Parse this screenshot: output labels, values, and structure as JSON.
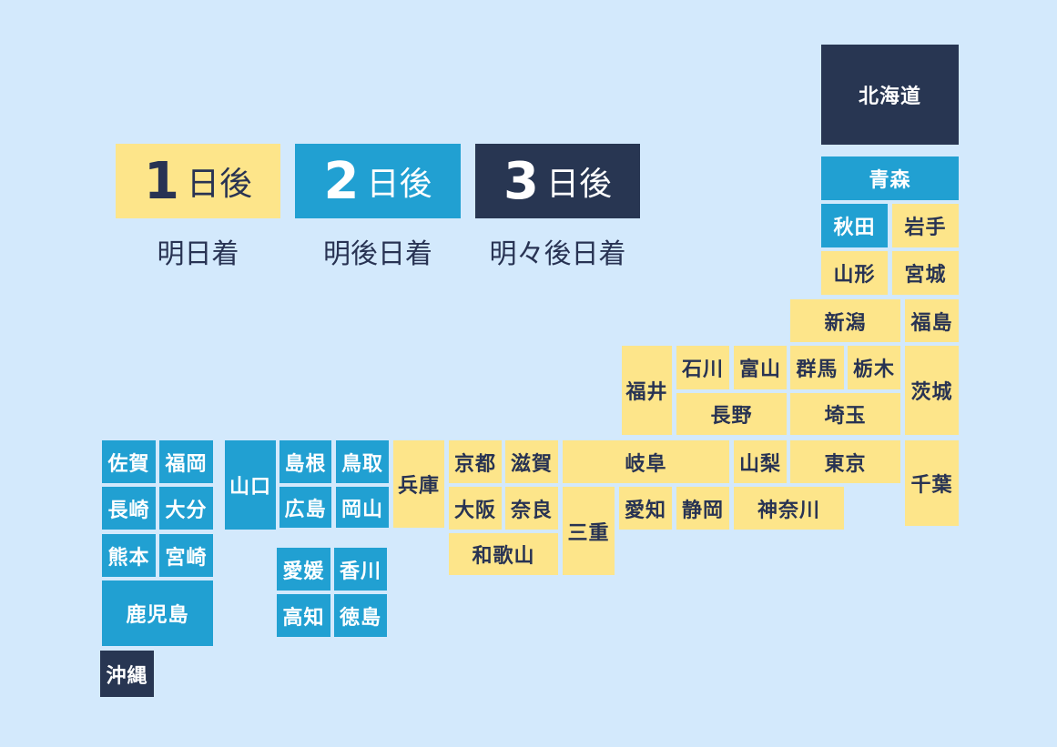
{
  "legend": [
    {
      "num": "1",
      "unit": "日後",
      "sub": "明日着",
      "color": "#fde58a"
    },
    {
      "num": "2",
      "unit": "日後",
      "sub": "明後日着",
      "color": "#21a0d2"
    },
    {
      "num": "3",
      "unit": "日後",
      "sub": "明々後日着",
      "color": "#283652"
    }
  ],
  "prefectures": {
    "hokkaido": "北海道",
    "aomori": "青森",
    "akita": "秋田",
    "iwate": "岩手",
    "yamagata": "山形",
    "miyagi": "宮城",
    "niigata": "新潟",
    "fukushima": "福島",
    "fukui": "福井",
    "ishikawa": "石川",
    "toyama": "富山",
    "gunma": "群馬",
    "tochigi": "栃木",
    "ibaraki": "茨城",
    "nagano": "長野",
    "saitama": "埼玉",
    "chiba": "千葉",
    "gifu": "岐阜",
    "yamanashi": "山梨",
    "tokyo": "東京",
    "aichi": "愛知",
    "shizuoka": "静岡",
    "kanagawa": "神奈川",
    "kyoto": "京都",
    "shiga": "滋賀",
    "osaka": "大阪",
    "nara": "奈良",
    "mie": "三重",
    "wakayama": "和歌山",
    "hyogo": "兵庫",
    "shimane": "島根",
    "tottori": "鳥取",
    "hiroshima": "広島",
    "okayama": "岡山",
    "yamaguchi": "山口",
    "ehime": "愛媛",
    "kagawa": "香川",
    "kochi": "高知",
    "tokushima": "徳島",
    "saga": "佐賀",
    "fukuoka": "福岡",
    "nagasaki": "長崎",
    "oita": "大分",
    "kumamoto": "熊本",
    "miyazaki": "宮崎",
    "kagoshima": "鹿児島",
    "okinawa": "沖縄"
  }
}
